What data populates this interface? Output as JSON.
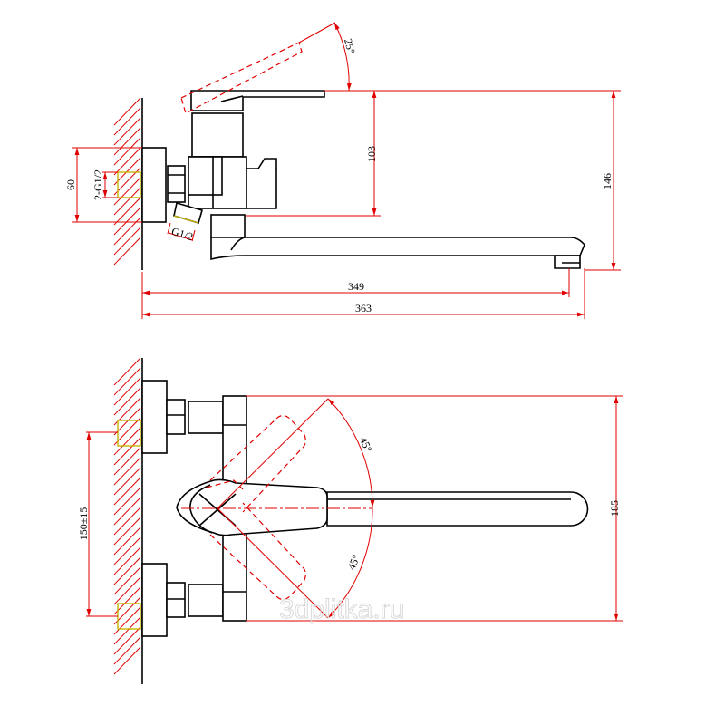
{
  "top_view": {
    "dim_height_lever": "103",
    "dim_height_total": "146",
    "dim_escutcheon": "60",
    "dim_inlet_thread": "2-G1/2",
    "dim_outlet_thread": "G1/2",
    "dim_spout_reach": "349",
    "dim_total_length": "363",
    "angle_lever": "25°"
  },
  "bottom_view": {
    "dim_width": "185",
    "dim_centers": "150±15",
    "angle_up": "45°",
    "angle_down": "45°"
  },
  "watermark": "3dplitka.ru",
  "colors": {
    "dimension": "#e00000",
    "outline": "#000000",
    "thread": "#c8b400"
  }
}
